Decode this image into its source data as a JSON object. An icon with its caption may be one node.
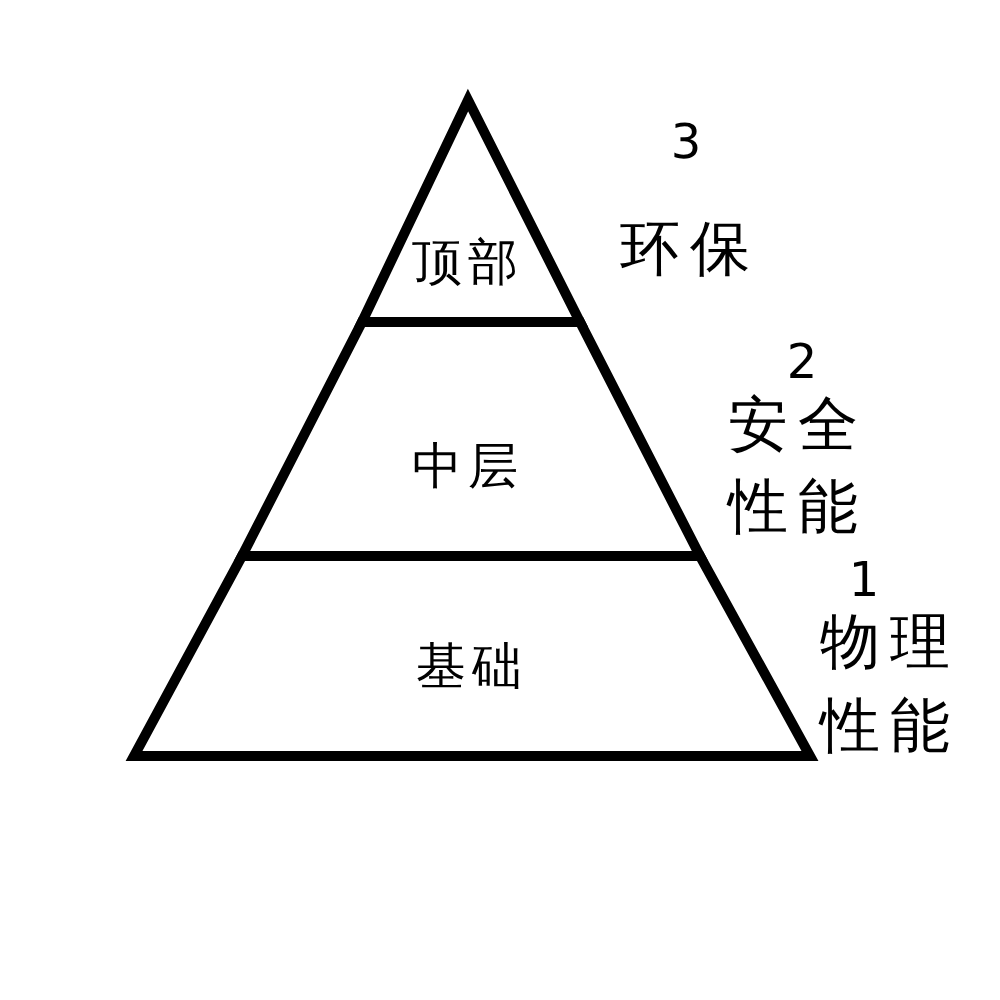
{
  "diagram": {
    "nodes": [
      {
        "text": [
          "顶部"
        ],
        "beside": [
          "3",
          "环保"
        ]
      },
      {
        "text": [
          "中层"
        ],
        "beside": [
          "2",
          "安全性能"
        ]
      },
      {
        "text": [
          "基础"
        ],
        "beside": [
          "1",
          "物理性能"
        ]
      }
    ]
  }
}
